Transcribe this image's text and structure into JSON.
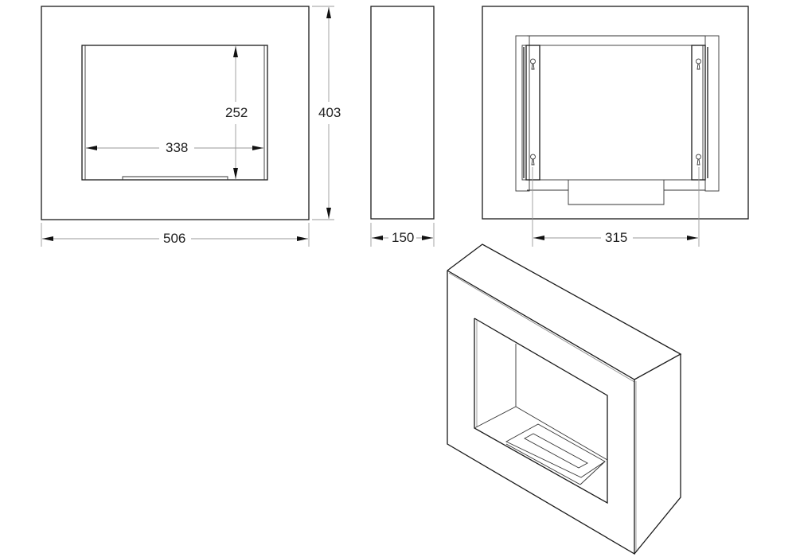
{
  "drawing": {
    "type": "technical-drawing",
    "subject": "wall-mounted bio-ethanol fireplace",
    "views": [
      {
        "id": "front",
        "label": "front-view"
      },
      {
        "id": "side",
        "label": "side-view"
      },
      {
        "id": "back",
        "label": "back-view"
      },
      {
        "id": "iso",
        "label": "isometric-view"
      }
    ],
    "dimensions": {
      "overall_width": "506",
      "overall_height": "403",
      "opening_width": "338",
      "opening_height": "252",
      "depth": "150",
      "bracket_spacing": "315"
    },
    "colors": {
      "line": "#1a1a1a",
      "dimension_line": "#9a9a9a",
      "background": "#ffffff"
    }
  }
}
